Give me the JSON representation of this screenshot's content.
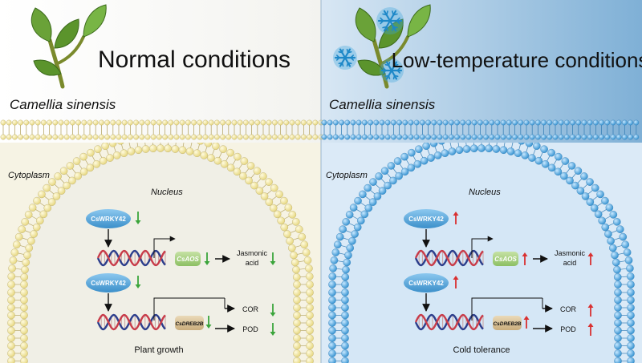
{
  "left": {
    "title": "Normal conditions",
    "species": "Camellia sinensis",
    "compartment": "Cytoplasm",
    "nucleus": "Nucleus",
    "tf_label_1": "CsWRKY42",
    "tf_label_2": "CsWRKY42",
    "gene_1": "CsAOS",
    "gene_2": "CsDREB2B",
    "product_1_line1": "Jasmonic",
    "product_1_line2": "acid",
    "product_2": "COR",
    "product_3": "POD",
    "outcome": "Plant growth",
    "regulation": "down",
    "panel_color": "#f6f3e4",
    "membrane_color": "#f0e7a6",
    "arrow_color": "#3aa43a"
  },
  "right": {
    "title": "Low-temperature conditions",
    "species": "Camellia sinensis",
    "compartment": "Cytoplasm",
    "nucleus": "Nucleus",
    "tf_label_1": "CsWRKY42",
    "tf_label_2": "CsWRKY42",
    "gene_1": "CsAOS",
    "gene_2": "CsDREB2B",
    "product_1_line1": "Jasmonic",
    "product_1_line2": "acid",
    "product_2": "COR",
    "product_3": "POD",
    "outcome": "Cold tolerance",
    "regulation": "up",
    "panel_color": "#dbeaf7",
    "membrane_color": "#4aa3d8",
    "arrow_color": "#d93030"
  },
  "icons": {
    "plant": "tea-leaf-icon",
    "snowflake": "snowflake-icon",
    "trend_down": "green-down-arrow-icon",
    "trend_up": "red-up-arrow-icon"
  }
}
